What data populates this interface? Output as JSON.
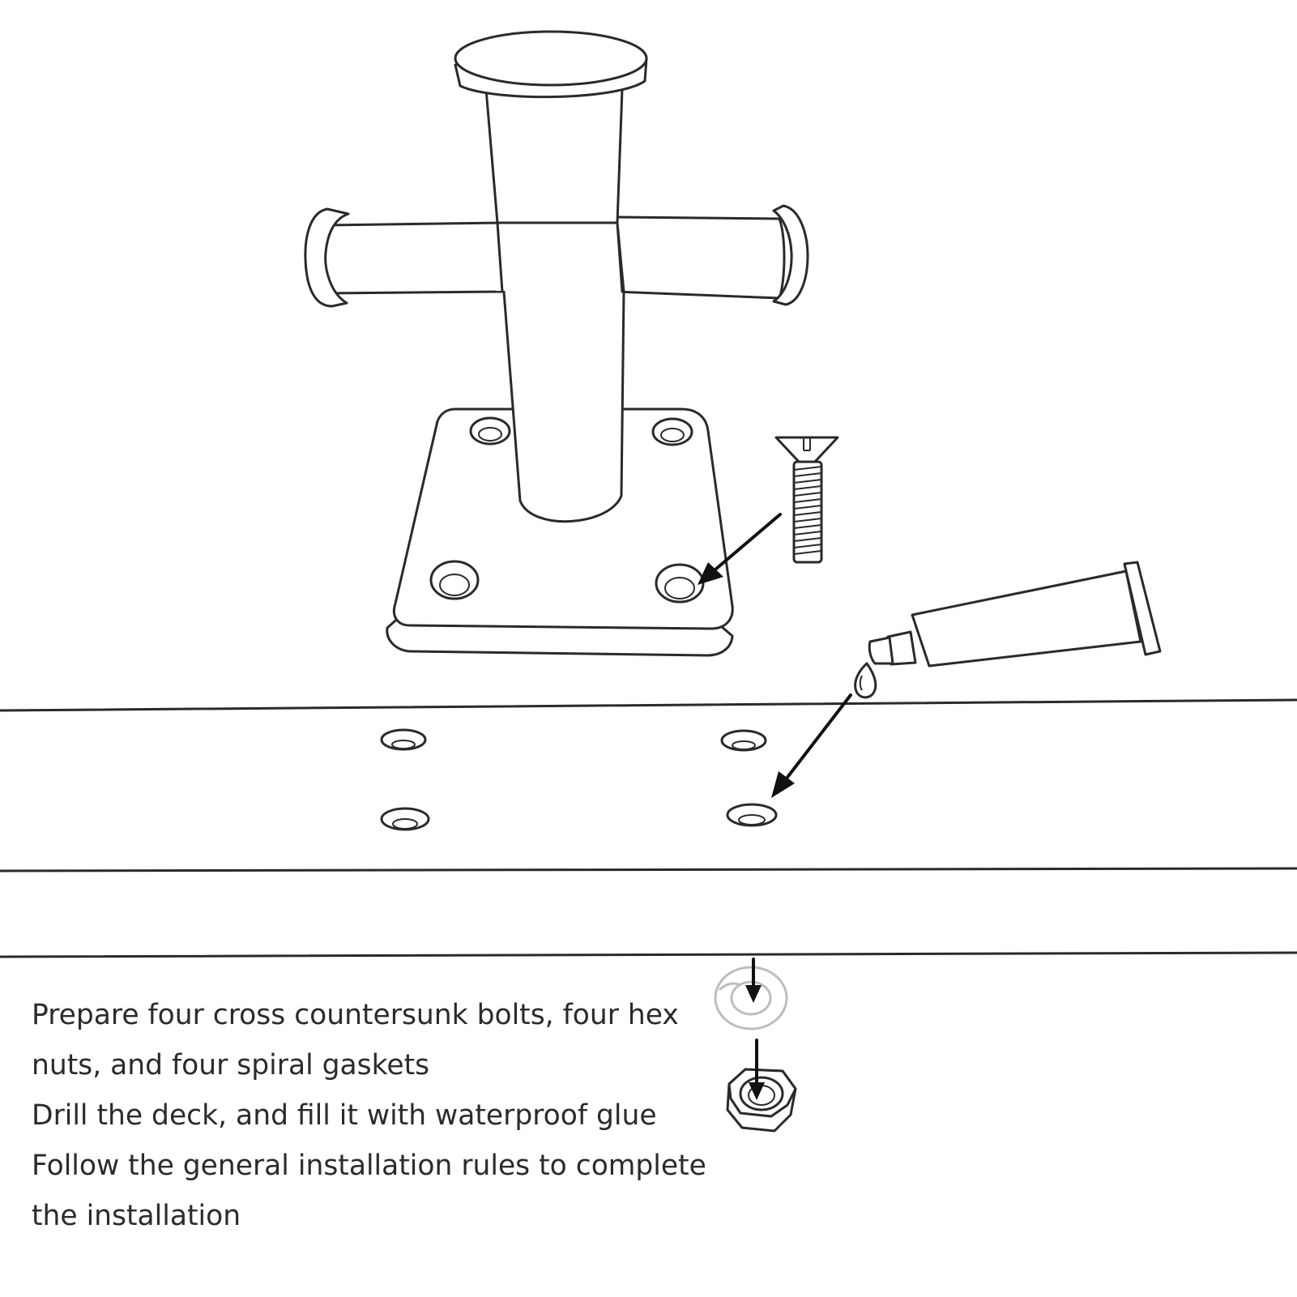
{
  "instructions": [
    "Prepare four cross countersunk bolts, four hex nuts, and four spiral gaskets",
    "Drill the deck, and fill it with waterproof glue",
    "Follow the general installation rules to complete the installation"
  ],
  "icons": [
    "cross-bollard-icon",
    "countersunk-bolt-icon",
    "glue-tube-icon",
    "spiral-gasket-icon",
    "hex-nut-icon"
  ],
  "colors": {
    "line": "#2a2a2a",
    "text": "#2b2b2b",
    "background": "#ffffff"
  }
}
